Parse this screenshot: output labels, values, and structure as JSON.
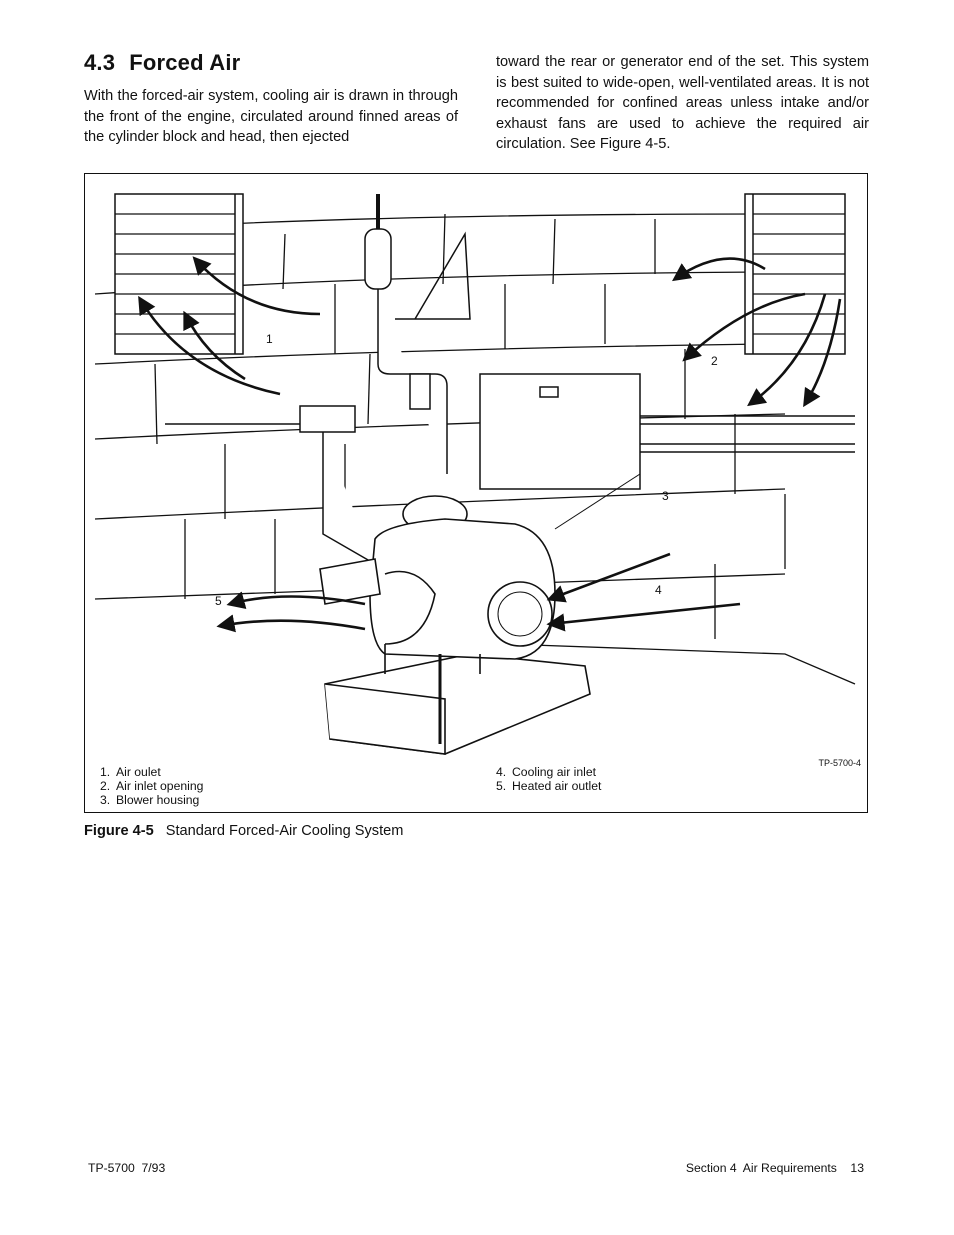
{
  "section": {
    "number": "4.3",
    "title": "Forced Air"
  },
  "body": {
    "left_column": "With the forced-air system, cooling air is drawn in through the front of the engine, circulated around finned areas of the cylinder block and head, then ejected",
    "right_column": "toward the rear or generator end of the set.  This system is best suited to wide-open, well-ventilated areas.  It is not recommended for confined areas unless intake and/or exhaust fans are used to achieve the required air circulation.  See Figure 4-5."
  },
  "figure": {
    "id_tag": "TP-5700-4",
    "callouts": [
      "1",
      "2",
      "3",
      "4",
      "5"
    ],
    "legend_left": [
      {
        "n": "1.",
        "text": "Air oulet"
      },
      {
        "n": "2.",
        "text": "Air inlet opening"
      },
      {
        "n": "3.",
        "text": "Blower housing"
      }
    ],
    "legend_right": [
      {
        "n": "4.",
        "text": "Cooling air inlet"
      },
      {
        "n": "5.",
        "text": "Heated air outlet"
      }
    ],
    "caption_label": "Figure 4-5",
    "caption_text": "Standard Forced-Air Cooling System"
  },
  "footer": {
    "left": "TP-5700  7/93",
    "right": "Section 4  Air Requirements    13"
  }
}
